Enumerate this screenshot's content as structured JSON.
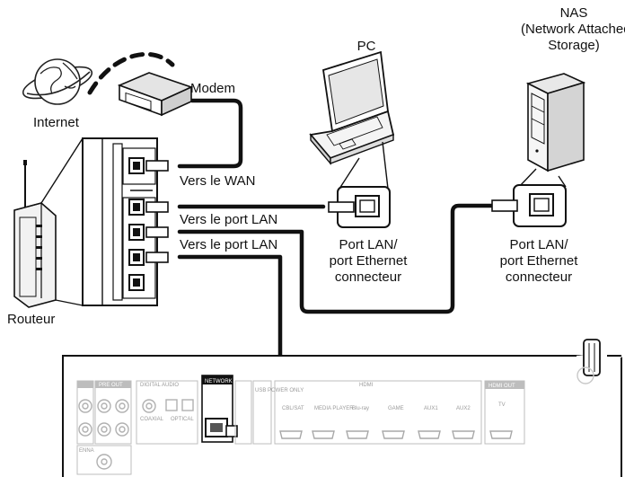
{
  "labels": {
    "nas_line1": "NAS",
    "nas_line2": "(Network Attached",
    "nas_line3": "Storage)",
    "pc": "PC",
    "modem": "Modem",
    "internet": "Internet",
    "to_wan": "Vers le WAN",
    "to_lan_1": "Vers le port LAN",
    "to_lan_2": "Vers le port LAN",
    "pc_port_line1": "Port LAN/",
    "pc_port_line2": "port Ethernet",
    "pc_port_line3": "connecteur",
    "nas_port_line1": "Port LAN/",
    "nas_port_line2": "port Ethernet",
    "nas_port_line3": "connecteur",
    "router": "Routeur"
  },
  "panel": {
    "network": "NETWORK",
    "digital_audio": "DIGITAL AUDIO",
    "pre_out": "PRE OUT",
    "hdmi": "HDMI",
    "hdmi_out": "HDMI OUT",
    "tv": "TV",
    "coaxial": "COAXIAL",
    "optical": "OPTICAL",
    "cbl_sat": "CBL/SAT",
    "media_player": "MEDIA PLAYER",
    "blu_ray": "Blu-ray",
    "game": "GAME",
    "aux1": "AUX1",
    "aux2": "AUX2",
    "usb_power": "USB POWER ONLY",
    "antenna": "ENNA"
  }
}
